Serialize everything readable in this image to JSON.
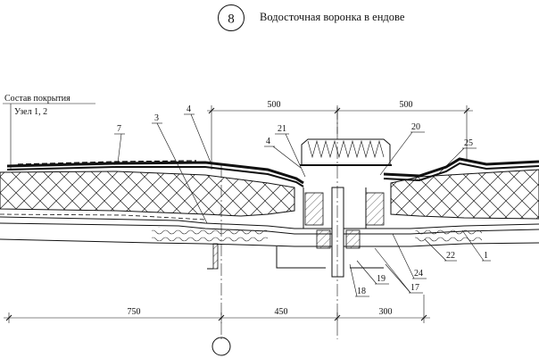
{
  "detail_number": "8",
  "title": "Водосточная воронка в ендове",
  "composition_label": {
    "line1": "Состав покрытия",
    "line2": "Узел 1, 2"
  },
  "top_dimensions": [
    "500",
    "500"
  ],
  "bottom_dimensions": [
    "750",
    "450",
    "300"
  ],
  "callouts": {
    "c7": "7",
    "c3": "3",
    "c4a": "4",
    "c4b": "4",
    "c21": "21",
    "c20": "20",
    "c25": "25",
    "c22": "22",
    "c1": "1",
    "c24": "24",
    "c17": "17",
    "c19": "19",
    "c18": "18"
  },
  "bottom_marker_text": ""
}
